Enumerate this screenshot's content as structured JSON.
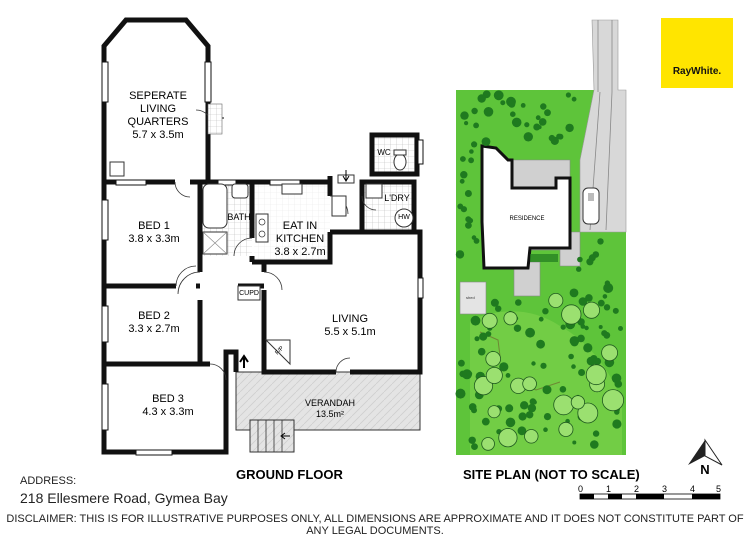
{
  "rooms": {
    "living_quarters": {
      "name_1": "SEPERATE",
      "name_2": "LIVING",
      "name_3": "QUARTERS",
      "dims": "5.7 x 3.5m"
    },
    "bed1": {
      "name": "BED 1",
      "dims": "3.8 x 3.3m"
    },
    "bed2": {
      "name": "BED 2",
      "dims": "3.3 x 2.7m"
    },
    "bed3": {
      "name": "BED 3",
      "dims": "4.3 x 3.3m"
    },
    "bath": {
      "name": "BATH"
    },
    "kitchen": {
      "name_1": "EAT IN",
      "name_2": "KITCHEN",
      "dims": "3.8 x 2.7m"
    },
    "living": {
      "name": "LIVING",
      "dims": "5.5 x 5.1m"
    },
    "verandah": {
      "name": "VERANDAH",
      "dims": "13.5m²"
    },
    "wc": {
      "name": "WC"
    },
    "laundry": {
      "name": "L'DRY"
    },
    "hw": {
      "name": "HW"
    },
    "cupd": {
      "name": "CUPD"
    },
    "fp": {
      "name": "F/P"
    }
  },
  "site": {
    "residence": "RESIDENCE"
  },
  "headings": {
    "ground_floor": "GROUND FLOOR",
    "site_plan": "SITE PLAN (NOT TO SCALE)"
  },
  "address": {
    "label": "ADDRESS:",
    "value": "218 Ellesmere Road, Gymea Bay"
  },
  "scale": {
    "ticks": [
      "0",
      "1",
      "2",
      "3",
      "4",
      "5"
    ]
  },
  "compass": {
    "letter": "N"
  },
  "brand": {
    "name": "RayWhite.",
    "color": "#ffe500"
  },
  "disclaimer": "DISCLAIMER: THIS IS FOR ILLUSTRATIVE PURPOSES ONLY, ALL DIMENSIONS ARE APPROXIMATE AND IT DOES NOT CONSTITUTE PART OF ANY LEGAL DOCUMENTS.",
  "colors": {
    "grass": "#5ec43a",
    "tree": "#1f7a1f",
    "wall": "#111111",
    "hatch": "#c8c8c8"
  }
}
